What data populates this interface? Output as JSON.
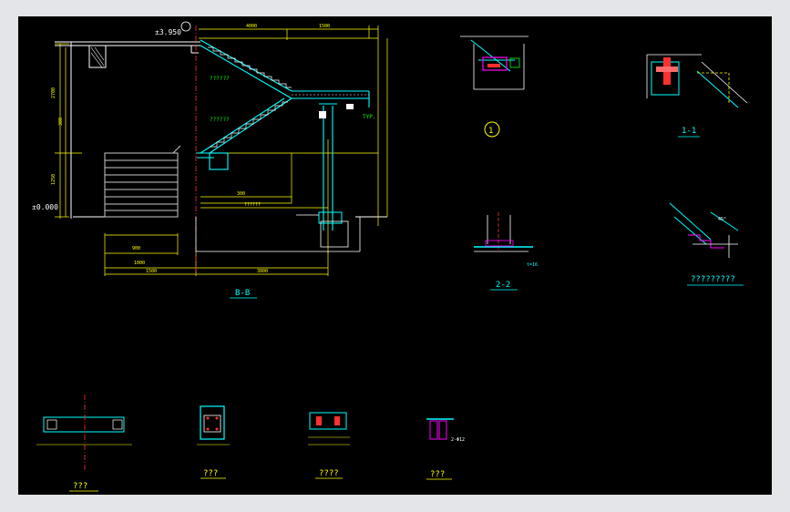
{
  "colors": {
    "background": "#000000",
    "frame": "#e3e5e8",
    "cyan": "#00ffff",
    "yellow": "#ffff00",
    "green": "#00ff00",
    "white": "#ffffff",
    "red": "#ff3030",
    "magenta": "#ff00ff"
  },
  "section": {
    "title": "B-B",
    "elevation_top": "±3.950",
    "elevation_ground": "±0.000",
    "note_upper": "??????",
    "note_lower": "??????",
    "typ": "TYP."
  },
  "details": {
    "detail_1": "1",
    "detail_1_1": "1-1",
    "detail_2_2": "2-2",
    "detail_misc": "?????????",
    "plate_mark": "t=16",
    "slope": "45°"
  },
  "bottom_labels": [
    {
      "label": "???"
    },
    {
      "label": "???"
    },
    {
      "label": "????"
    },
    {
      "label": "???"
    }
  ],
  "stirrup_mark": "2-Φ12"
}
